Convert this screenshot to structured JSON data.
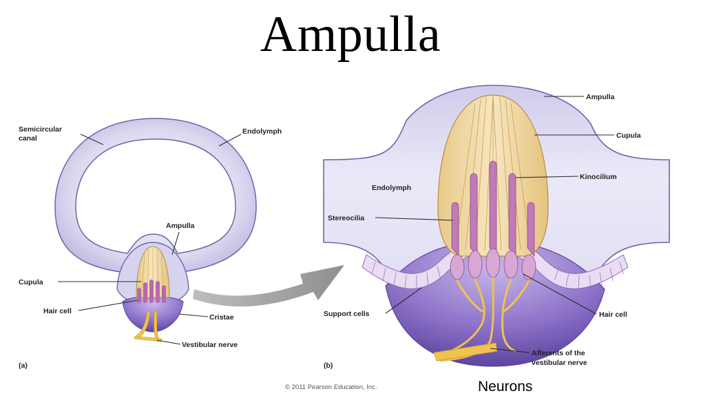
{
  "title": "Ampulla",
  "panel_a": {
    "panel_label": "(a)",
    "labels": {
      "semicircular_canal_line1": "Semicircular",
      "semicircular_canal_line2": "canal",
      "endolymph": "Endolymph",
      "ampulla": "Ampulla",
      "cupula": "Cupula",
      "hair_cell": "Hair cell",
      "cristae": "Cristae",
      "vestibular_nerve": "Vestibular nerve"
    }
  },
  "panel_b": {
    "panel_label": "(b)",
    "labels": {
      "ampulla": "Ampulla",
      "cupula": "Cupula",
      "kinocilium": "Kinocilium",
      "endolymph": "Endolymph",
      "stereocilia": "Stereocilia",
      "support_cells": "Support cells",
      "hair_cell": "Hair cell",
      "afferents_line1": "Afferents of the",
      "afferents_line2": "vestibular nerve"
    }
  },
  "copyright": "© 2011 Pearson Education, Inc.",
  "annotation": "Neurons",
  "colors": {
    "canal_fill": "#d9d8ef",
    "canal_stroke": "#6a64a8",
    "cupula_fill": "#f0d9a6",
    "hair_cell_fill": "#c07ab8",
    "support_cell_fill": "#e6d8f0",
    "crista_fill": "#7a62b8",
    "nerve_fill": "#f1c24d",
    "arrow_fill": "#9d9d9d"
  }
}
